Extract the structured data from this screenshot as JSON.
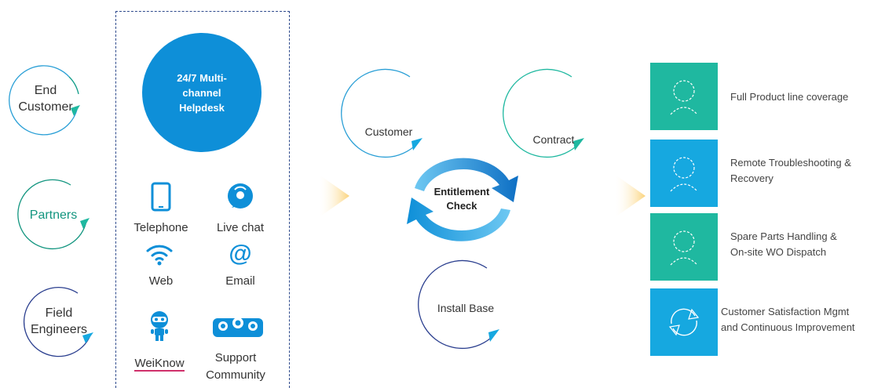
{
  "roles": [
    {
      "label": "End Customer",
      "line1": "End",
      "line2": "Customer"
    },
    {
      "label": "Partners"
    },
    {
      "label": "Field Engineers",
      "line1": "Field",
      "line2": "Engineers"
    }
  ],
  "helpdesk": {
    "line1": "24/7 Multi-",
    "line2": "channel",
    "line3": "Helpdesk"
  },
  "channels": {
    "telephone": "Telephone",
    "live_chat": "Live chat",
    "web": "Web",
    "email": "Email",
    "weiknow": "WeiKnow",
    "support_community_1": "Support",
    "support_community_2": "Community"
  },
  "entitlement": {
    "customer": "Customer",
    "contract": "Contract",
    "install_base": "Install Base",
    "center_line1": "Entitlement",
    "center_line2": "Check"
  },
  "services": [
    {
      "line1": "Full Product line coverage",
      "line2": "",
      "color": "#1fb8a0",
      "icon": "engineer-icon"
    },
    {
      "line1": "Remote Troubleshooting &",
      "line2": "Recovery",
      "color": "#16a8e0",
      "icon": "engineer-icon"
    },
    {
      "line1": "Spare Parts Handling &",
      "line2": "On-site WO Dispatch",
      "color": "#1fb8a0",
      "icon": "engineer-icon"
    },
    {
      "line1": "Customer Satisfaction Mgmt",
      "line2": "and Continuous Improvement",
      "color": "#16a8e0",
      "icon": "refresh-icon"
    }
  ],
  "colors": {
    "accent_blue": "#0e8fd8",
    "teal": "#1fb8a0",
    "sky": "#16a8e0",
    "arrow_yellow": "#fbd37a",
    "weiknow_red": "#d0306b",
    "box_border": "#2e4a8c"
  }
}
